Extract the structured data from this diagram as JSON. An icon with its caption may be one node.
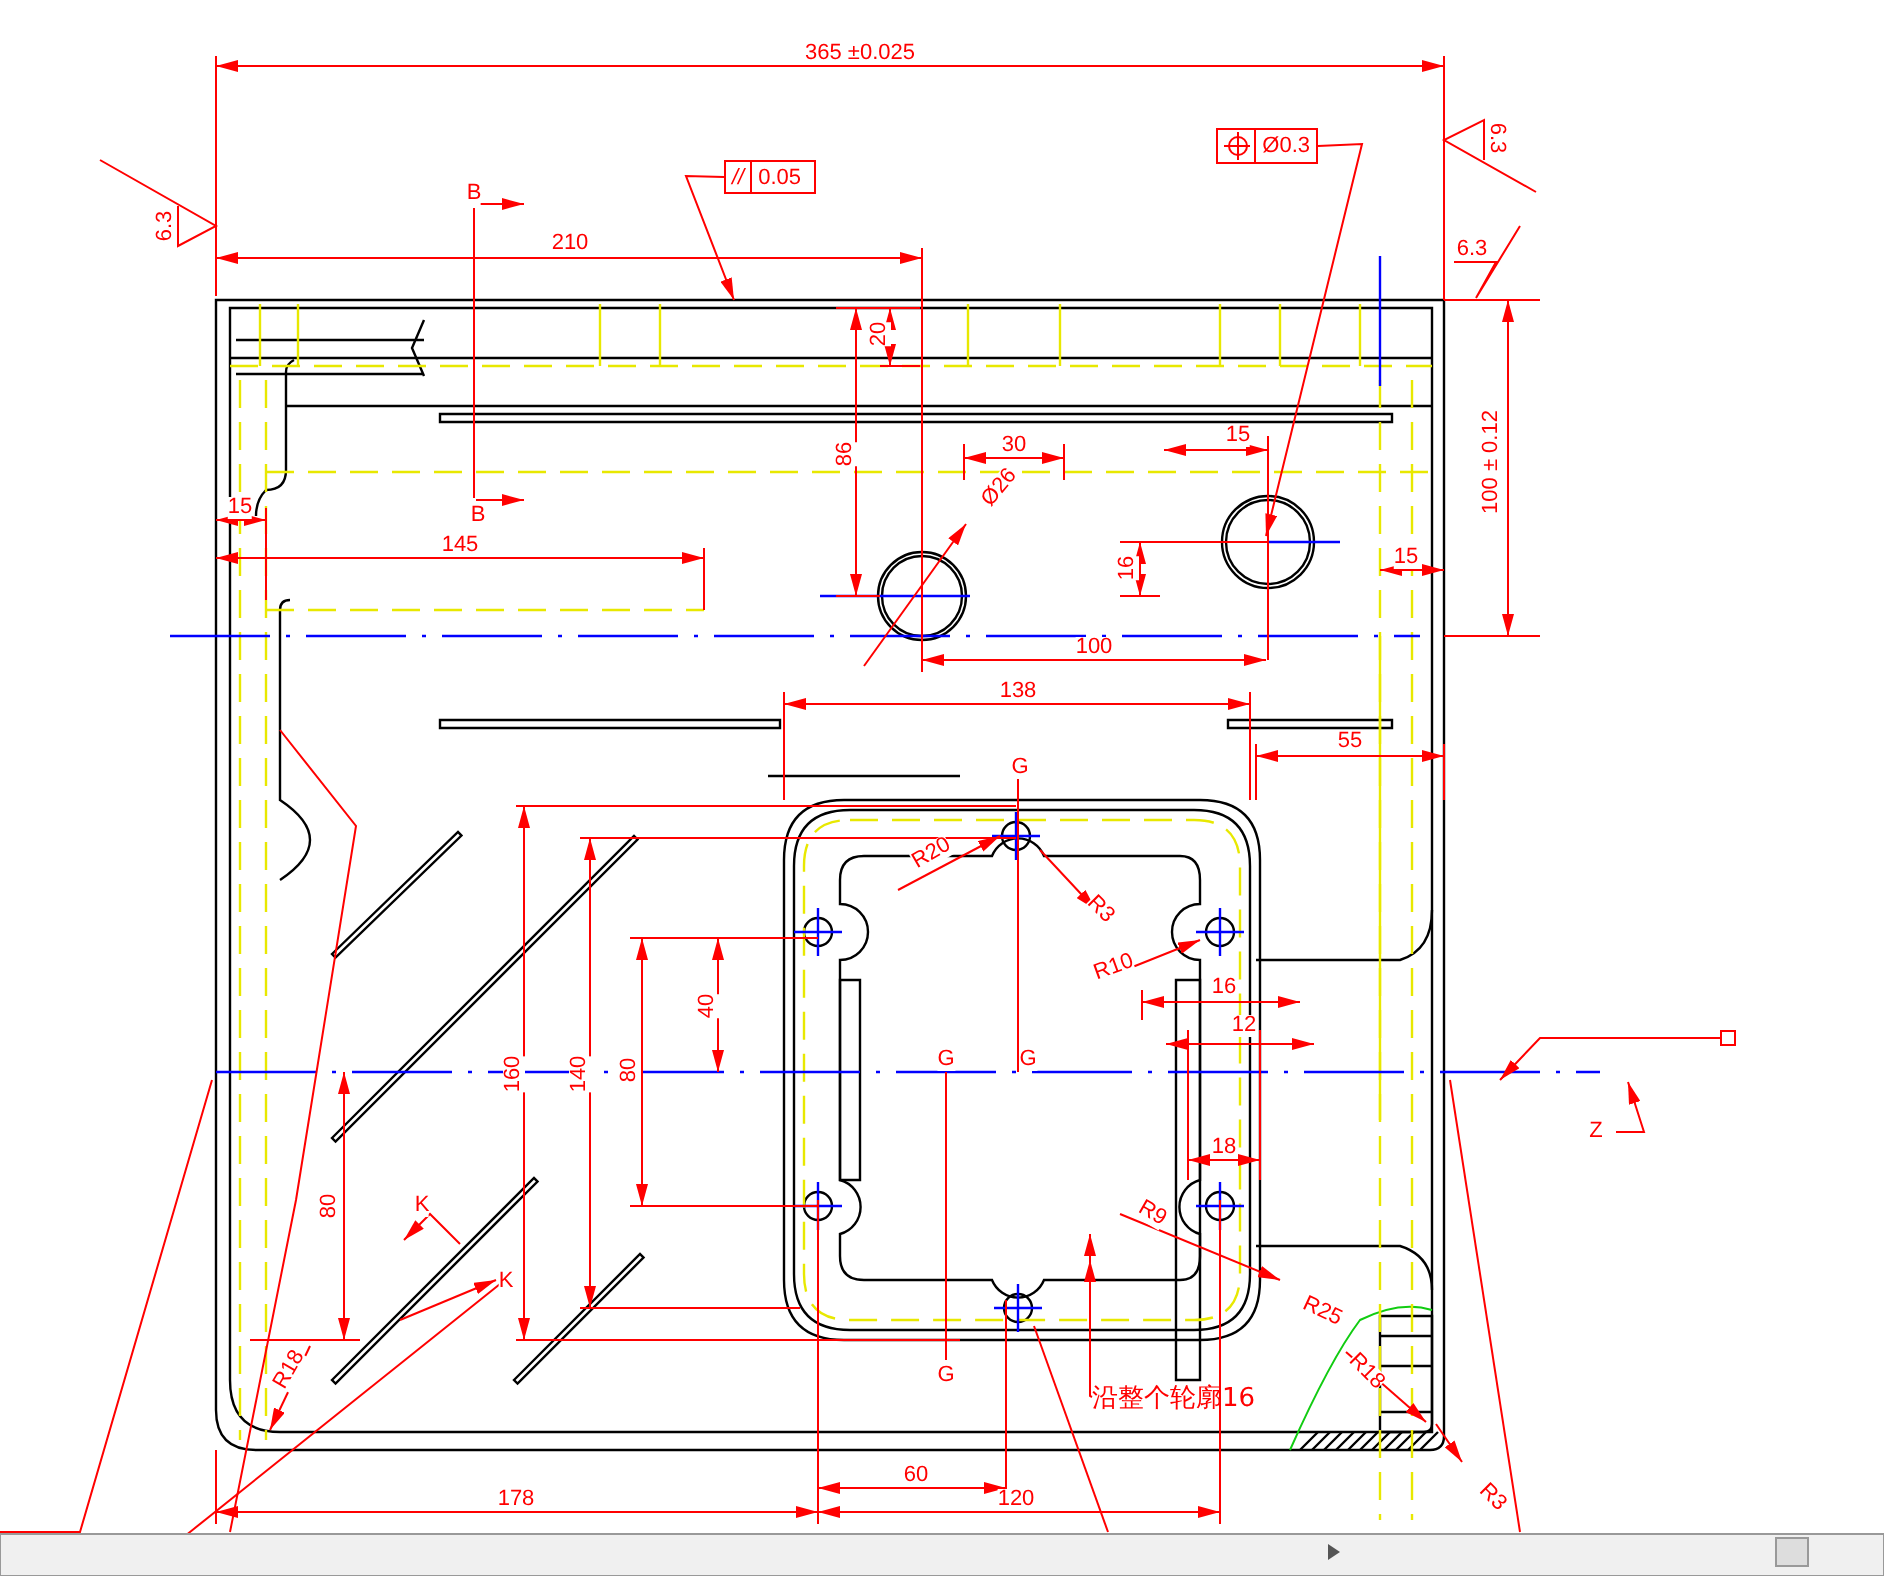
{
  "diagram": {
    "nodes": [
      {
        "text": [
          "//",
          "0.05"
        ]
      },
      {
        "text": [
          "Ø0.3"
        ]
      },
      {
        "text": [
          "沿整个轮廓16"
        ]
      },
      {
        "text": [],
        "shape": "box"
      }
    ],
    "edges": [
      {
        "from": 0,
        "to": null,
        "arrow": "to"
      },
      {
        "from": 1,
        "to": null,
        "arrow": "to"
      },
      {
        "from": 2,
        "to": null,
        "arrow": "to"
      },
      {
        "from": 3,
        "to": null,
        "arrow": "to"
      }
    ],
    "labels": [
      "365 ±0.025",
      "6.3",
      "6.3",
      "B",
      "210",
      "6.3",
      "20",
      "86",
      "30",
      "15",
      "Ø26",
      "15",
      "B",
      "145",
      "16",
      "15",
      "100 ± 0.12",
      "100",
      "138",
      "55",
      "G",
      "R20",
      "R3",
      "R10",
      "16",
      "40",
      "12",
      "G",
      "G",
      "160",
      "140",
      "80",
      "Z",
      "18",
      "80",
      "K",
      "R9",
      "K",
      "R25",
      "R18",
      "R18",
      "G",
      "60",
      "R3",
      "178",
      "120"
    ]
  }
}
